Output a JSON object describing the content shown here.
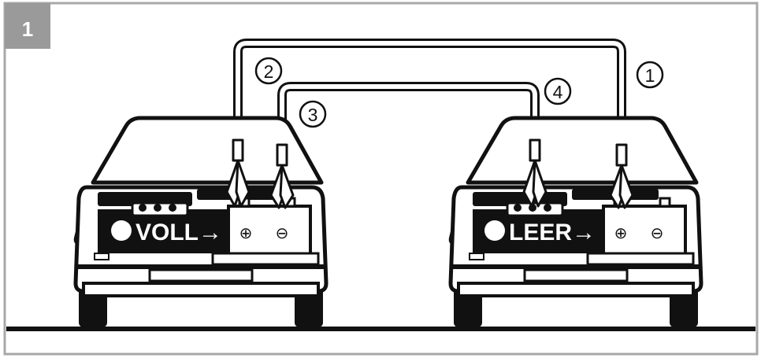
{
  "figure_number": "1",
  "cable_labels": [
    "1",
    "2",
    "3",
    "4"
  ],
  "donor_car": {
    "label": "VOLL→",
    "battery_plus": "⊕",
    "battery_minus": "⊖"
  },
  "receiver_car": {
    "label": "LEER→",
    "battery_plus": "⊕",
    "battery_minus": "⊖"
  },
  "colors": {
    "ink": "#111111",
    "paper": "#ffffff",
    "badge": "#9a9a9a",
    "badge_text": "#ffffff",
    "frame": "#a8a8a8"
  }
}
